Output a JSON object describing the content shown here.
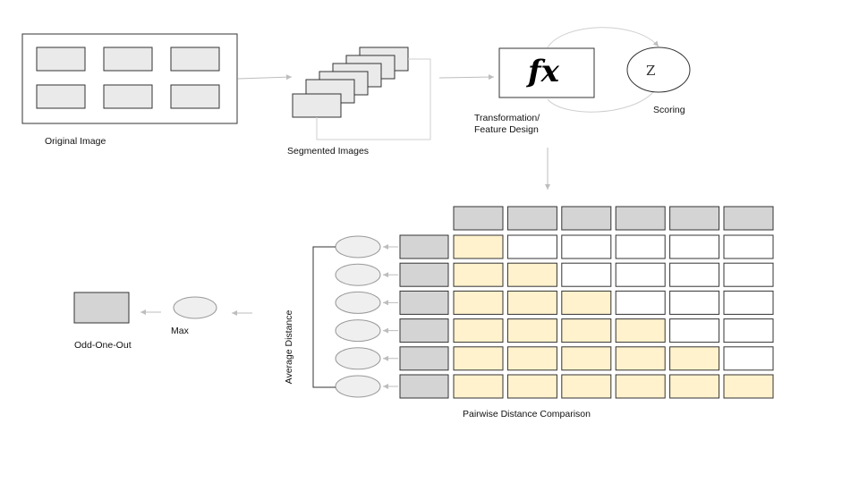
{
  "labels": {
    "original_image": "Original Image",
    "segmented_images": "Segmented Images",
    "transformation": "Transformation/",
    "feature_design": "Feature Design",
    "scoring": "Scoring",
    "average_distance": "Average Distance",
    "pairwise": "Pairwise Distance Comparison",
    "max": "Max",
    "odd_one_out": "Odd-One-Out"
  },
  "symbols": {
    "fx": "fx",
    "z": "Z"
  },
  "colors": {
    "box_fill": "#eaeaea",
    "header_fill": "#d4d4d4",
    "highlight_fill": "#fff2cc",
    "empty_fill": "#ffffff",
    "ellipse_fill": "#efefef",
    "arrow": "#bdbdbd",
    "stroke": "#333333"
  },
  "matrix": {
    "rows": 6,
    "cols": 6,
    "filled_pattern": "lower-triangular-including-diagonal"
  }
}
